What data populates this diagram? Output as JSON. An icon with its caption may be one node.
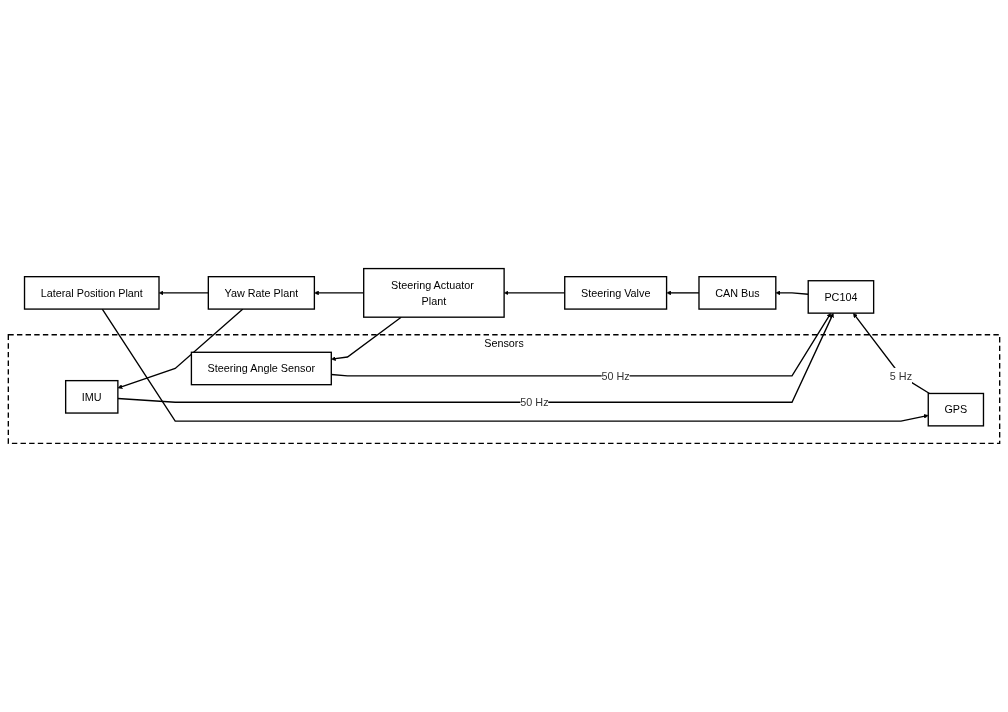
{
  "diagram": {
    "nodes": [
      {
        "text": [
          "Sensors"
        ]
      },
      {
        "text": [
          "GPS"
        ],
        "in": 0
      },
      {
        "text": [
          "IMU"
        ],
        "in": 0
      },
      {
        "text": [
          "Steering Angle Sensor"
        ],
        "in": 0
      },
      {
        "text": [
          "CAN Bus"
        ]
      },
      {
        "text": [
          "PC104"
        ]
      },
      {
        "text": [
          "Lateral Position Plant"
        ]
      },
      {
        "text": [
          "Yaw Rate Plant"
        ]
      },
      {
        "text": [
          "Steering Valve"
        ]
      },
      {
        "text": [
          "Steering Actuator Plant"
        ]
      }
    ],
    "edges": [
      {
        "from": 6,
        "to": 1,
        "arrow": "to"
      },
      {
        "from": 1,
        "to": 5,
        "arrow": "to",
        "label": "5 Hz"
      },
      {
        "from": 7,
        "to": 2,
        "arrow": "to"
      },
      {
        "from": 2,
        "to": 5,
        "arrow": "to",
        "label": "50 Hz"
      },
      {
        "from": 9,
        "to": 3,
        "arrow": "to"
      },
      {
        "from": 3,
        "to": 5,
        "arrow": "to",
        "label": "50 Hz"
      },
      {
        "from": 5,
        "to": 4,
        "arrow": "to"
      },
      {
        "from": 4,
        "to": 8,
        "arrow": "to"
      },
      {
        "from": 8,
        "to": 9,
        "arrow": "to"
      },
      {
        "from": 9,
        "to": 7,
        "arrow": "to"
      },
      {
        "from": 7,
        "to": 6,
        "arrow": "to"
      }
    ]
  }
}
